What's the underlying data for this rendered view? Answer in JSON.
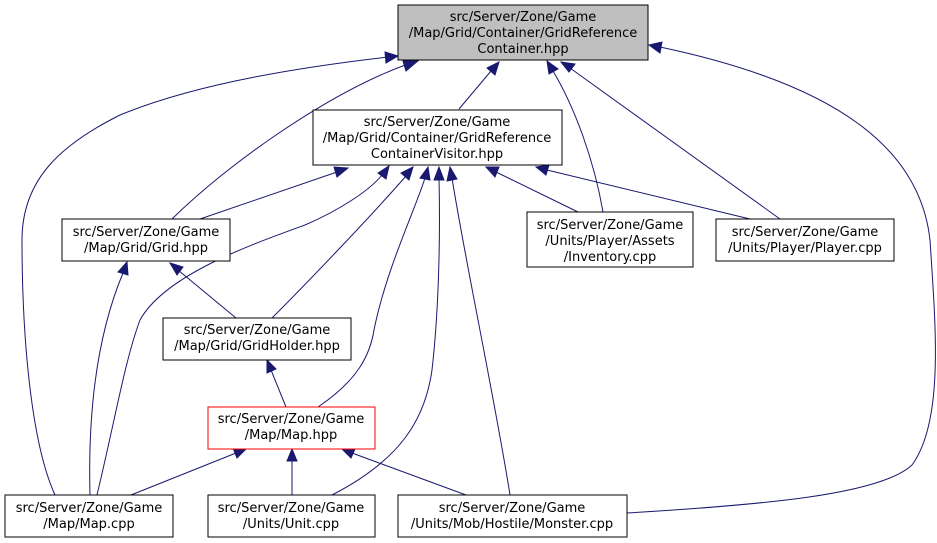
{
  "colors": {
    "edge": "#191970",
    "focus_fill": "#bfbfbf",
    "highlight_border": "#ff0000",
    "node_border": "#000000"
  },
  "nodes": {
    "container_hpp": {
      "lines": [
        "src/Server/Zone/Game",
        "/Map/Grid/Container/GridReference",
        "Container.hpp"
      ]
    },
    "visitor_hpp": {
      "lines": [
        "src/Server/Zone/Game",
        "/Map/Grid/Container/GridReference",
        "ContainerVisitor.hpp"
      ]
    },
    "grid_hpp": {
      "lines": [
        "src/Server/Zone/Game",
        "/Map/Grid/Grid.hpp"
      ]
    },
    "inventory_cpp": {
      "lines": [
        "src/Server/Zone/Game",
        "/Units/Player/Assets",
        "/Inventory.cpp"
      ]
    },
    "player_cpp": {
      "lines": [
        "src/Server/Zone/Game",
        "/Units/Player/Player.cpp"
      ]
    },
    "gridholder_hpp": {
      "lines": [
        "src/Server/Zone/Game",
        "/Map/Grid/GridHolder.hpp"
      ]
    },
    "map_hpp": {
      "lines": [
        "src/Server/Zone/Game",
        "/Map/Map.hpp"
      ]
    },
    "map_cpp": {
      "lines": [
        "src/Server/Zone/Game",
        "/Map/Map.cpp"
      ]
    },
    "unit_cpp": {
      "lines": [
        "src/Server/Zone/Game",
        "/Units/Unit.cpp"
      ]
    },
    "monster_cpp": {
      "lines": [
        "src/Server/Zone/Game",
        "/Units/Mob/Hostile/Monster.cpp"
      ]
    }
  }
}
